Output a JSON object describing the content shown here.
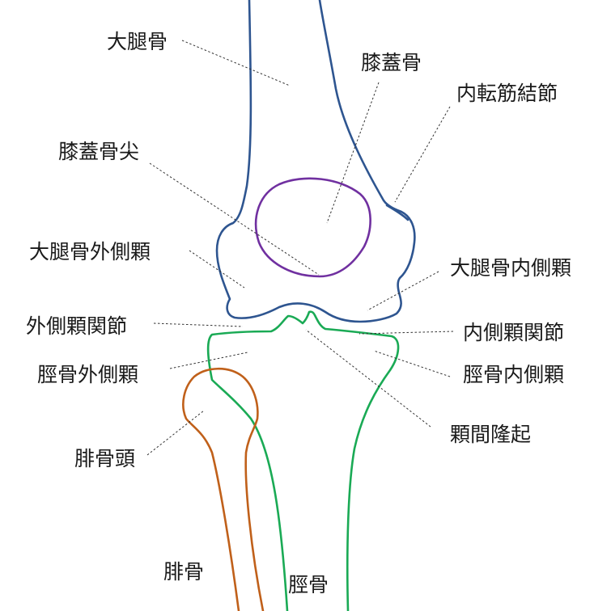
{
  "colors": {
    "femur": "#2e5590",
    "patella": "#7030a0",
    "tibia": "#1aaa55",
    "fibula": "#c0601a",
    "leader": "#333333",
    "text": "#1a1a1a"
  },
  "labels": {
    "femur": "大腿骨",
    "patella": "膝蓋骨",
    "adductor_tubercle": "内転筋結節",
    "patella_apex": "膝蓋骨尖",
    "lateral_femoral_condyle": "大腿骨外側顆",
    "medial_femoral_condyle": "大腿骨内側顆",
    "lateral_condyle_joint": "外側顆関節",
    "medial_condyle_joint": "内側顆関節",
    "lateral_tibial_condyle": "脛骨外側顆",
    "medial_tibial_condyle": "脛骨内側顆",
    "intercondylar_eminence": "顆間隆起",
    "fibular_head": "腓骨頭",
    "fibula": "腓骨",
    "tibia": "脛骨"
  }
}
